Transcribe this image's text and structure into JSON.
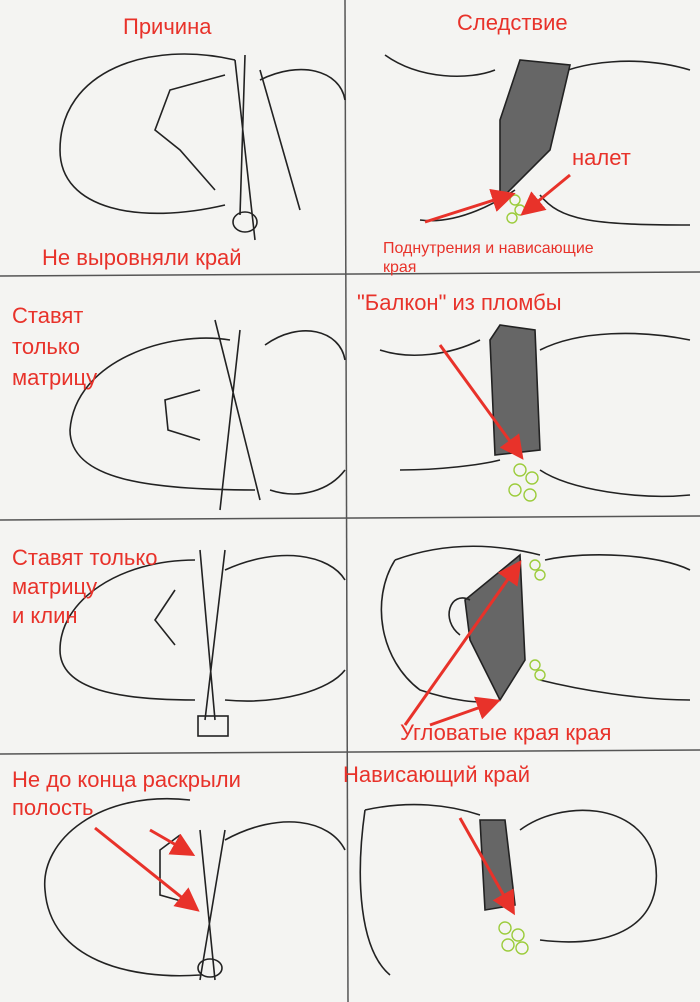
{
  "headers": {
    "cause": "Причина",
    "effect": "Следствие"
  },
  "rows": [
    {
      "cause": "Не выровняли край",
      "effect": "",
      "notes": [
        "налет",
        "Поднутрения и нависающие",
        "края"
      ]
    },
    {
      "cause_lines": [
        "Ставят",
        "только",
        "матрицу"
      ],
      "effect": "\"Балкон\" из пломбы"
    },
    {
      "cause_lines": [
        "Ставят только",
        "матрицу",
        "и клин"
      ],
      "effect": "Угловатые края края"
    },
    {
      "cause_lines": [
        "Не до конца раскрыли",
        "полость"
      ],
      "effect": "Нависающий край"
    }
  ],
  "colors": {
    "accent": "#e8322a",
    "plaque": "#9ccc3c",
    "pencil": "#222222"
  }
}
